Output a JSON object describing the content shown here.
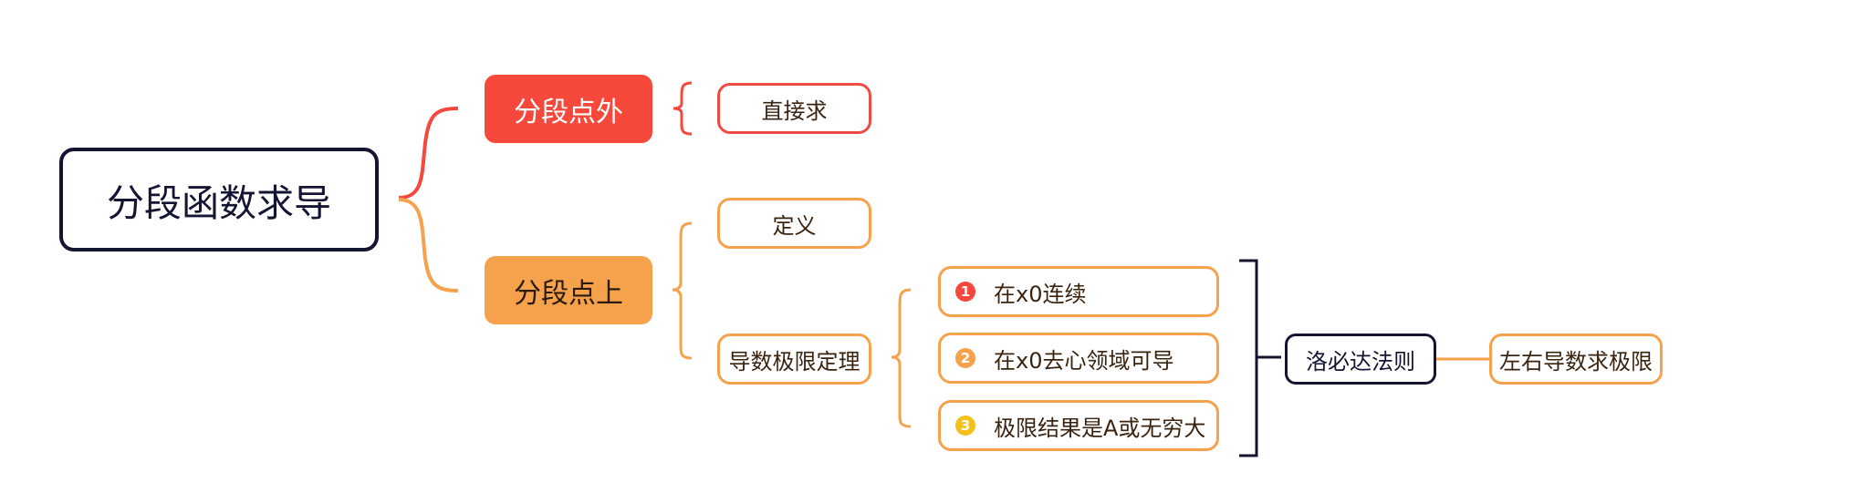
{
  "root": {
    "label": "分段函数求导"
  },
  "branches": [
    {
      "label": "分段点外",
      "color": "#f6483b",
      "children": [
        {
          "label": "直接求"
        }
      ]
    },
    {
      "label": "分段点上",
      "color": "#f6a14b",
      "children": [
        {
          "label": "定义"
        },
        {
          "label": "导数极限定理"
        }
      ]
    }
  ],
  "conditions": [
    {
      "num": "1",
      "text": "在x0连续",
      "badge_color": "#f6483b"
    },
    {
      "num": "2",
      "text": "在x0去心领域可导",
      "badge_color": "#f6a14b"
    },
    {
      "num": "3",
      "text": "极限结果是A或无穷大",
      "badge_color": "#f2c21b"
    }
  ],
  "rule": {
    "label": "洛必达法则"
  },
  "result": {
    "label": "左右导数求极限"
  }
}
